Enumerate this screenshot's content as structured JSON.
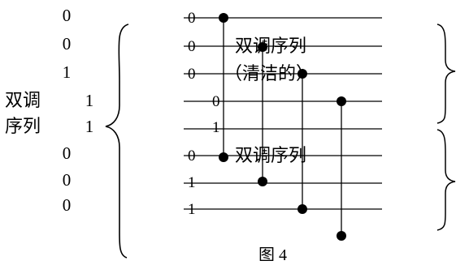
{
  "left_label": {
    "line1": "双调",
    "line2": "序列"
  },
  "input_values": [
    "0",
    "0",
    "1",
    "1",
    "1",
    "0",
    "0",
    "0"
  ],
  "wire_values": [
    "0",
    "0",
    "0",
    "0",
    "1",
    "0",
    "1",
    "1"
  ],
  "upper_box_label": {
    "line1": "双调序列",
    "line2": "（清洁的）"
  },
  "lower_box_label": "双调序列",
  "caption": "图 4"
}
